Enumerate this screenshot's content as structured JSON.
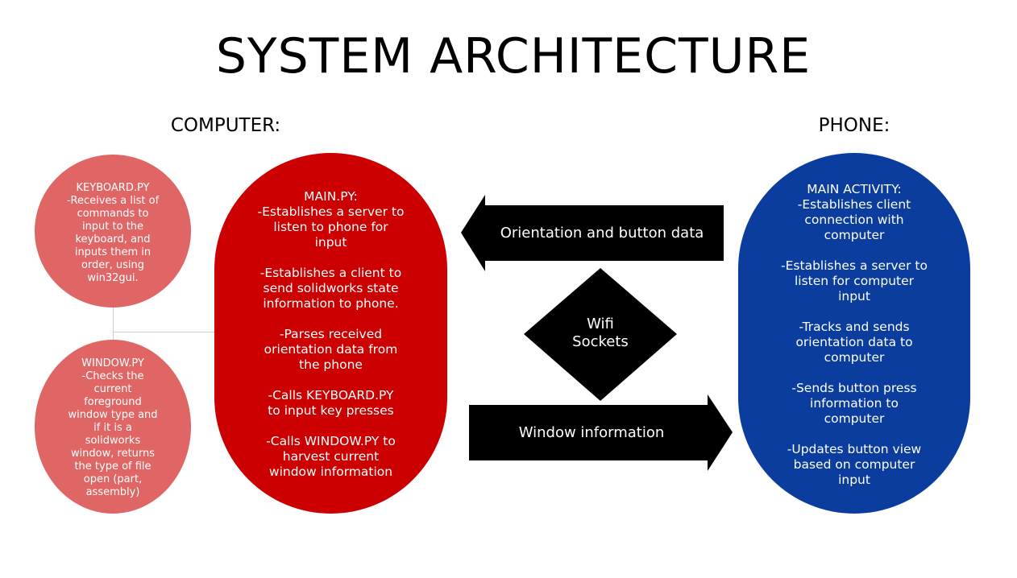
{
  "title": "SYSTEM ARCHITECTURE",
  "computer": {
    "label": "COMPUTER:",
    "keyboard": {
      "title": "KEYBOARD.PY",
      "text": "-Receives a list of\ncommands to\ninput to the\nkeyboard, and\ninputs them in\norder, using\nwin32gui."
    },
    "window": {
      "title": "WINDOW.PY",
      "text": "-Checks the\ncurrent\nforeground\nwindow type and\nif it is a\nsolidworks\nwindow, returns\nthe type of file\nopen (part,\nassembly)"
    },
    "main": {
      "title": "MAIN.PY:",
      "items": [
        "-Establishes a server to\nlisten to phone for\ninput",
        "-Establishes a client to\nsend solidworks state\ninformation to phone.",
        "-Parses received\norientation data from\nthe phone",
        "-Calls KEYBOARD.PY\nto input key presses",
        "-Calls WINDOW.PY to\nharvest current\nwindow information"
      ]
    }
  },
  "phone": {
    "label": "PHONE:",
    "main_activity": {
      "title": "MAIN ACTIVITY:",
      "items": [
        "-Establishes client\nconnection with\ncomputer",
        "-Establishes a server to\nlisten for computer\ninput",
        "-Tracks and sends\norientation data to\ncomputer",
        "-Sends button press\ninformation to\ncomputer",
        "-Updates button view\nbased on computer\ninput"
      ]
    }
  },
  "links": {
    "phone_to_computer": "Orientation and button data",
    "computer_to_phone": "Window information",
    "channel": "Wifi\nSockets"
  },
  "colors": {
    "main_red": "#cc0000",
    "light_red": "#e06666",
    "phone_blue": "#0b3d9f",
    "arrow_black": "#000000"
  }
}
